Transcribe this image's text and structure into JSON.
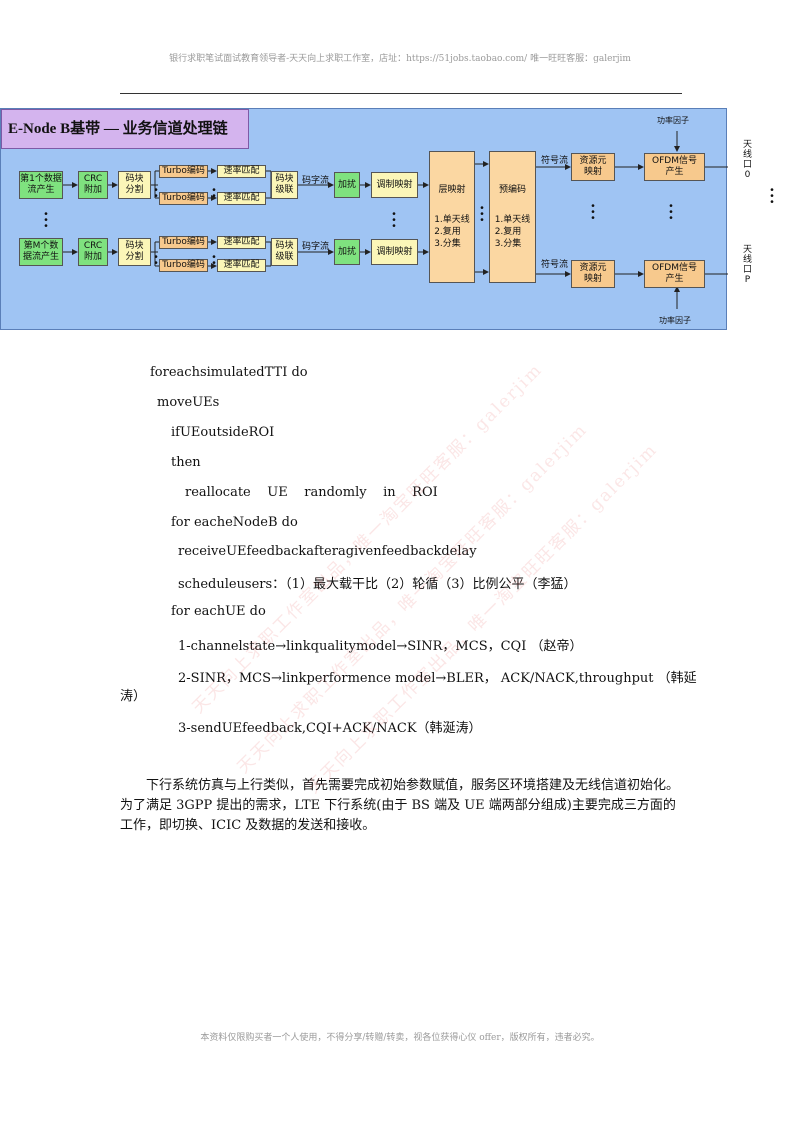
{
  "header": "银行求职笔试面试教育领导者-天天向上求职工作室，店址：https://51jobs.taobao.com/ 唯一旺旺客服：galerjim",
  "footer": "本资料仅限购买者一个人使用，不得分享/转赠/转卖，视各位获得心仪 offer，版权所有，违者必究。",
  "watermarks": [
    "天天向上求职工作室出品，唯一淘宝旺旺客服：galerjim",
    "天天向上求职工作室出品，唯一淘宝旺旺客服：galerjim",
    "天天向上求职工作室出品，唯一淘宝旺旺客服：galerjim"
  ],
  "diagram": {
    "title": "E-Node B基带 — 业务信道处理链",
    "row1": {
      "src": "第1个数据\n流产生",
      "crc": "CRC\n附加",
      "seg": "码块\n分割",
      "turbo1": "Turbo编码",
      "turbo2": "Turbo编码",
      "rm1": "速率匹配",
      "rm2": "速率匹配",
      "concat": "码块\n级联",
      "cw_label": "码字流",
      "scr": "加扰",
      "mod": "调制映射"
    },
    "row2": {
      "src": "第M个数\n据流产生",
      "crc": "CRC\n附加",
      "seg": "码块\n分割",
      "turbo1": "Turbo编码",
      "turbo2": "Turbo编码",
      "rm1": "速率匹配",
      "rm2": "速率匹配",
      "concat": "码块\n级联",
      "cw_label": "码字流",
      "scr": "加扰",
      "mod": "调制映射"
    },
    "layer_map": {
      "title": "层映射",
      "items": "1.单天线\n2.复用\n3.分集"
    },
    "precode": {
      "title": "预编码",
      "items": "1.单天线\n2.复用\n3.分集"
    },
    "sym_label_top": "符号流",
    "sym_label_bot": "符号流",
    "re_map_top": "资源元\n映射",
    "re_map_bot": "资源元\n映射",
    "ofdm_top": "OFDM信号\n产生",
    "ofdm_bot": "OFDM信号\n产生",
    "power_top": "功率因子",
    "power_bot": "功率因子",
    "ant_top": "天线口\n0",
    "ant_bot": "天线口\nP"
  },
  "code_lines": [
    "foreachsimulatedTTI do",
    "moveUEs",
    "ifUEoutsideROI",
    "then",
    "reallocate    UE    randomly    in    ROI",
    "for eacheNodeB do",
    "receiveUEfeedbackafteragivenfeedbackdelay",
    "scheduleusers：（1）最大载干比（2）轮循（3）比例公平（李猛）",
    "for eachUE do",
    "1-channelstate→linkqualitymodel→SINR，MCS，CQI （赵帝）",
    "2-SINR，MCS→linkperformence model→BLER， ACK/NACK,throughput （韩延",
    "涛）",
    "3-sendUEfeedback,CQI+ACK/NACK（韩涎涛）"
  ],
  "paragraph": "下行系统仿真与上行类似，首先需要完成初始参数赋值，服务区环境搭建及无线信道初始化。为了满足 3GPP 提出的需求，LTE 下行系统(由于 BS 端及 UE 端两部分组成)主要完成三方面的工作，即切换、ICIC 及数据的发送和接收。"
}
